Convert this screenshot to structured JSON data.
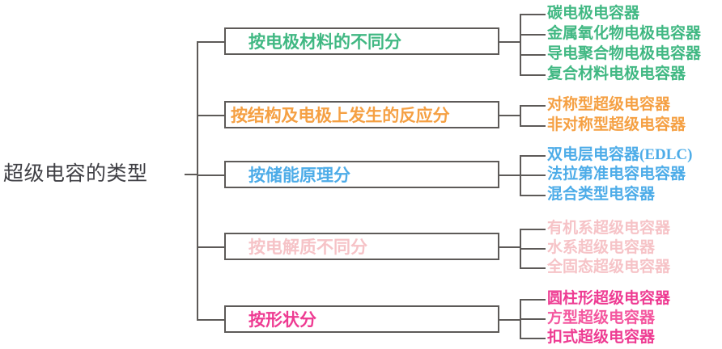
{
  "diagram": {
    "type": "tree-mindmap",
    "root": {
      "label": "超级电容的类型",
      "color": "#3f3f44"
    },
    "branches": [
      {
        "label": "按电极材料的不同分",
        "color": "#41b883",
        "leaves": [
          "碳电极电容器",
          "金属氧化物电极电容器",
          "导电聚合物电极电容器",
          "复合材料电极电容器"
        ]
      },
      {
        "label": "按结构及电极上发生的反应分",
        "color": "#f5a043",
        "leaves": [
          "对称型超级电容器",
          "非对称型超级电容器"
        ]
      },
      {
        "label": "按储能原理分",
        "color": "#4dace8",
        "leaves": [
          "双电层电容器(EDLC)",
          "法拉第准电容电容器",
          "混合类型电容器"
        ]
      },
      {
        "label": "按电解质不同分",
        "color": "#f6c3c7",
        "leaves": [
          "有机系超级电容器",
          "水系超级电容器",
          "全固态超级电容器"
        ]
      },
      {
        "label": "按形状分",
        "color": "#ee3b92",
        "leaves": [
          "圆柱形超级电容器",
          "方型超级电容器",
          "扣式超级电容器"
        ]
      }
    ]
  }
}
